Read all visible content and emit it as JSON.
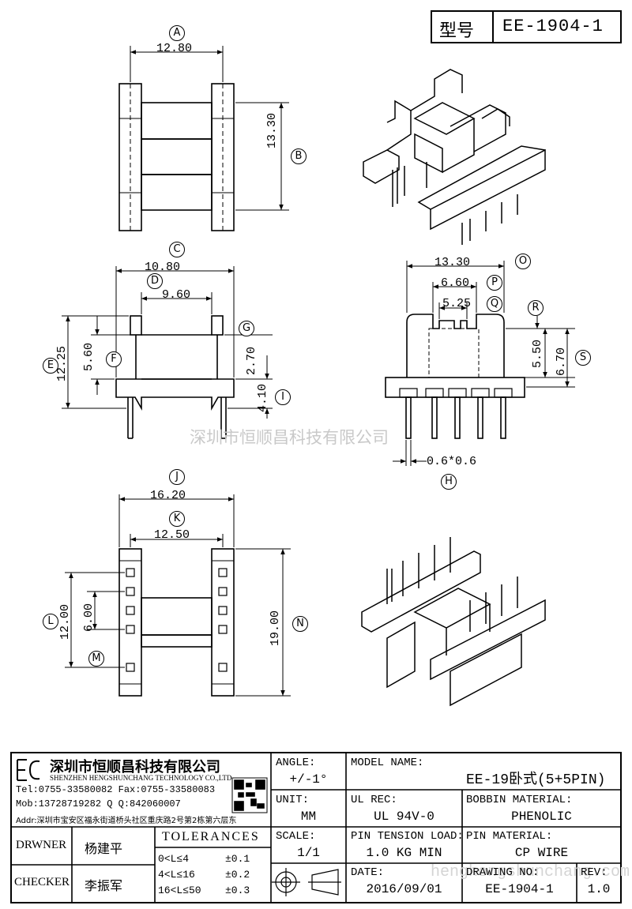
{
  "header": {
    "model_label": "型号",
    "model_value": "EE-1904-1"
  },
  "drawing": {
    "dims": {
      "a": "12.80",
      "b": "13.30",
      "c": "10.80",
      "d": "9.60",
      "e": "12.25",
      "f": "5.60",
      "g": "2.70",
      "i": "4.10",
      "o": "13.30",
      "p": "6.60",
      "q": "5.25",
      "r": "5.50",
      "s": "6.70",
      "h": "0.6*0.6",
      "j": "16.20",
      "k": "12.50",
      "l": "12.00",
      "m": "6.00",
      "n": "19.00"
    },
    "callouts": {
      "a": "A",
      "b": "B",
      "c": "C",
      "d": "D",
      "e": "E",
      "f": "F",
      "g": "G",
      "h": "H",
      "i": "I",
      "j": "J",
      "k": "K",
      "l": "L",
      "m": "M",
      "n": "N",
      "o": "O",
      "p": "P",
      "q": "Q",
      "r": "R",
      "s": "S"
    },
    "watermark": "深圳市恒顺昌科技有限公司",
    "watermark_url": "henghongshunchang.com"
  },
  "company": {
    "name_cn": "深圳市恒顺昌科技有限公司",
    "name_en": "SHENZHEN HENGSHUNCHANG TECHNOLOGY CO.,LTD",
    "tel": "Tel:0755-33580082 Fax:0755-33580083",
    "mob": "Mob:13728719282    Q  Q:842060007",
    "addr": "Addr:深圳市宝安区福永街道桥头社区重庆路2号第2栋第六层东"
  },
  "title_block": {
    "angle_label": "ANGLE:",
    "angle_value": "+/-1°",
    "unit_label": "UNIT:",
    "unit_value": "MM",
    "scale_label": "SCALE:",
    "scale_value": "1/1",
    "model_name_label": "MODEL NAME:",
    "model_name_value": "EE-19卧式(5+5PIN)",
    "ul_rec_label": "UL REC:",
    "ul_rec_value": "UL 94V-0",
    "bobbin_material_label": "BOBBIN MATERIAL:",
    "bobbin_material_value": "PHENOLIC",
    "pin_tension_label": "PIN TENSION LOAD:",
    "pin_tension_value": "1.0 KG MIN",
    "pin_material_label": "PIN MATERIAL:",
    "pin_material_value": "CP WIRE",
    "date_label": "DATE:",
    "date_value": "2016/09/01",
    "drawing_no_label": "DRAWING NO:",
    "drawing_no_value": "EE-1904-1",
    "rev_label": "REV:",
    "rev_value": "1.0",
    "drawer_label": "DRWNER",
    "drawer_value": "杨建平",
    "checker_label": "CHECKER",
    "checker_value": "李振军",
    "tolerances_label": "TOLERANCES",
    "tol1_range": "0<L≤4",
    "tol1_value": "±0.1",
    "tol2_range": "4<L≤16",
    "tol2_value": "±0.2",
    "tol3_range": "16<L≤50",
    "tol3_value": "±0.3"
  }
}
